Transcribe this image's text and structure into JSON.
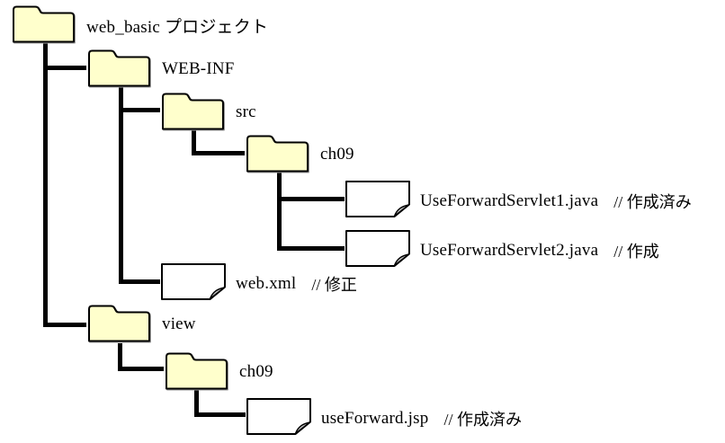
{
  "diagram": {
    "kind": "file-tree",
    "colors": {
      "background": "#ffffff",
      "folder_fill": "#ffffcc",
      "file_fill": "#ffffff",
      "fold_fill": "#c4c4c4",
      "outline": "#000000",
      "connector": "#000000",
      "folder_shadow": "#9a9a9a"
    },
    "nodes": [
      {
        "id": "web_basic",
        "type": "folder",
        "depth": 0,
        "parent": null,
        "label": "web_basic プロジェクト",
        "comment": ""
      },
      {
        "id": "WEB-INF",
        "type": "folder",
        "depth": 1,
        "parent": "web_basic",
        "label": "WEB-INF",
        "comment": ""
      },
      {
        "id": "src",
        "type": "folder",
        "depth": 2,
        "parent": "WEB-INF",
        "label": "src",
        "comment": ""
      },
      {
        "id": "ch09_src",
        "type": "folder",
        "depth": 3,
        "parent": "src",
        "label": "ch09",
        "comment": ""
      },
      {
        "id": "UseForwardServlet1",
        "type": "file",
        "depth": 4,
        "parent": "ch09_src",
        "label": "UseForwardServlet1.java",
        "comment": "// 作成済み"
      },
      {
        "id": "UseForwardServlet2",
        "type": "file",
        "depth": 4,
        "parent": "ch09_src",
        "label": "UseForwardServlet2.java",
        "comment": "// 作成"
      },
      {
        "id": "web_xml",
        "type": "file",
        "depth": 2,
        "parent": "WEB-INF",
        "label": "web.xml",
        "comment": "// 修正"
      },
      {
        "id": "view",
        "type": "folder",
        "depth": 1,
        "parent": "web_basic",
        "label": "view",
        "comment": ""
      },
      {
        "id": "ch09_view",
        "type": "folder",
        "depth": 2,
        "parent": "view",
        "label": "ch09",
        "comment": ""
      },
      {
        "id": "useForward_jsp",
        "type": "file",
        "depth": 3,
        "parent": "ch09_view",
        "label": "useForward.jsp",
        "comment": "// 作成済み"
      }
    ]
  }
}
